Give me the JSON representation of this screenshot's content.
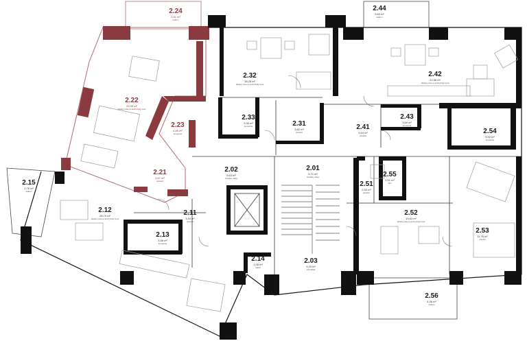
{
  "colors": {
    "wall": "#111111",
    "highlight_wall": "#8b3a3f",
    "highlight_line": "#b06a6f",
    "furniture": "#9a9a9a",
    "background": "#ffffff"
  },
  "rooms": [
    {
      "id": "2.24",
      "area": "2,51 m²",
      "desc": "balkon",
      "highlight": true
    },
    {
      "id": "2.22",
      "area": "23,39 m²",
      "desc": "dětský pokoj a kuchyňský kout",
      "highlight": true
    },
    {
      "id": "2.23",
      "area": "4,80 m²",
      "desc": "koupelna",
      "highlight": true
    },
    {
      "id": "2.21",
      "area": "3,57 m²",
      "desc": "předsíň",
      "highlight": true
    },
    {
      "id": "2.32",
      "area": "18,25 m²",
      "desc": "dětský pokoj a kuchyňský kout",
      "highlight": false
    },
    {
      "id": "2.33",
      "area": "3,35 m²",
      "desc": "koupelna",
      "highlight": false
    },
    {
      "id": "2.31",
      "area": "3,82 m²",
      "desc": "předsíň",
      "highlight": false
    },
    {
      "id": "2.44",
      "area": "3,60 m²",
      "desc": "balkon",
      "highlight": false
    },
    {
      "id": "2.42",
      "area": "22,56 m²",
      "desc": "dětský pokoj a kuchyňský kout",
      "highlight": false
    },
    {
      "id": "2.41",
      "area": "3,54 m²",
      "desc": "předsíň",
      "highlight": false
    },
    {
      "id": "2.43",
      "area": "3,84 m²",
      "desc": "koupelna",
      "highlight": false
    },
    {
      "id": "2.54",
      "area": "3,92 m²",
      "desc": "koupelna",
      "highlight": false
    },
    {
      "id": "2.02",
      "area": "5,63 m²",
      "desc": "chodba, sklep",
      "highlight": false
    },
    {
      "id": "2.01",
      "area": "4,71 m²",
      "desc": "chodba, sklep",
      "highlight": false
    },
    {
      "id": "2.51",
      "area": "2,93 m²",
      "desc": "předsíň",
      "highlight": false
    },
    {
      "id": "2.55",
      "area": "1,91 m²",
      "desc": "WC",
      "highlight": false
    },
    {
      "id": "2.15",
      "area": "2,76 m²",
      "desc": "balkon",
      "highlight": false
    },
    {
      "id": "2.12",
      "area": "28,74 m²",
      "desc": "dětský pokoj a kuchyňský kout",
      "highlight": false
    },
    {
      "id": "2.11",
      "area": "3,94 m²",
      "desc": "předsíň",
      "highlight": false
    },
    {
      "id": "2.13",
      "area": "3,58 m²",
      "desc": "koupelna",
      "highlight": false
    },
    {
      "id": "2.52",
      "area": "19,63 m²",
      "desc": "dětský pokoj a kuchyňský kout",
      "highlight": false
    },
    {
      "id": "2.53",
      "area": "11,76 m²",
      "desc": "ložnice",
      "highlight": false
    },
    {
      "id": "2.14",
      "area": "1,06 m²",
      "desc": "sklad",
      "highlight": false
    },
    {
      "id": "2.03",
      "area": "9,20 m²",
      "desc": "schodiště",
      "highlight": false
    },
    {
      "id": "2.56",
      "area": "4,36 m²",
      "desc": "balkon",
      "highlight": false
    }
  ]
}
